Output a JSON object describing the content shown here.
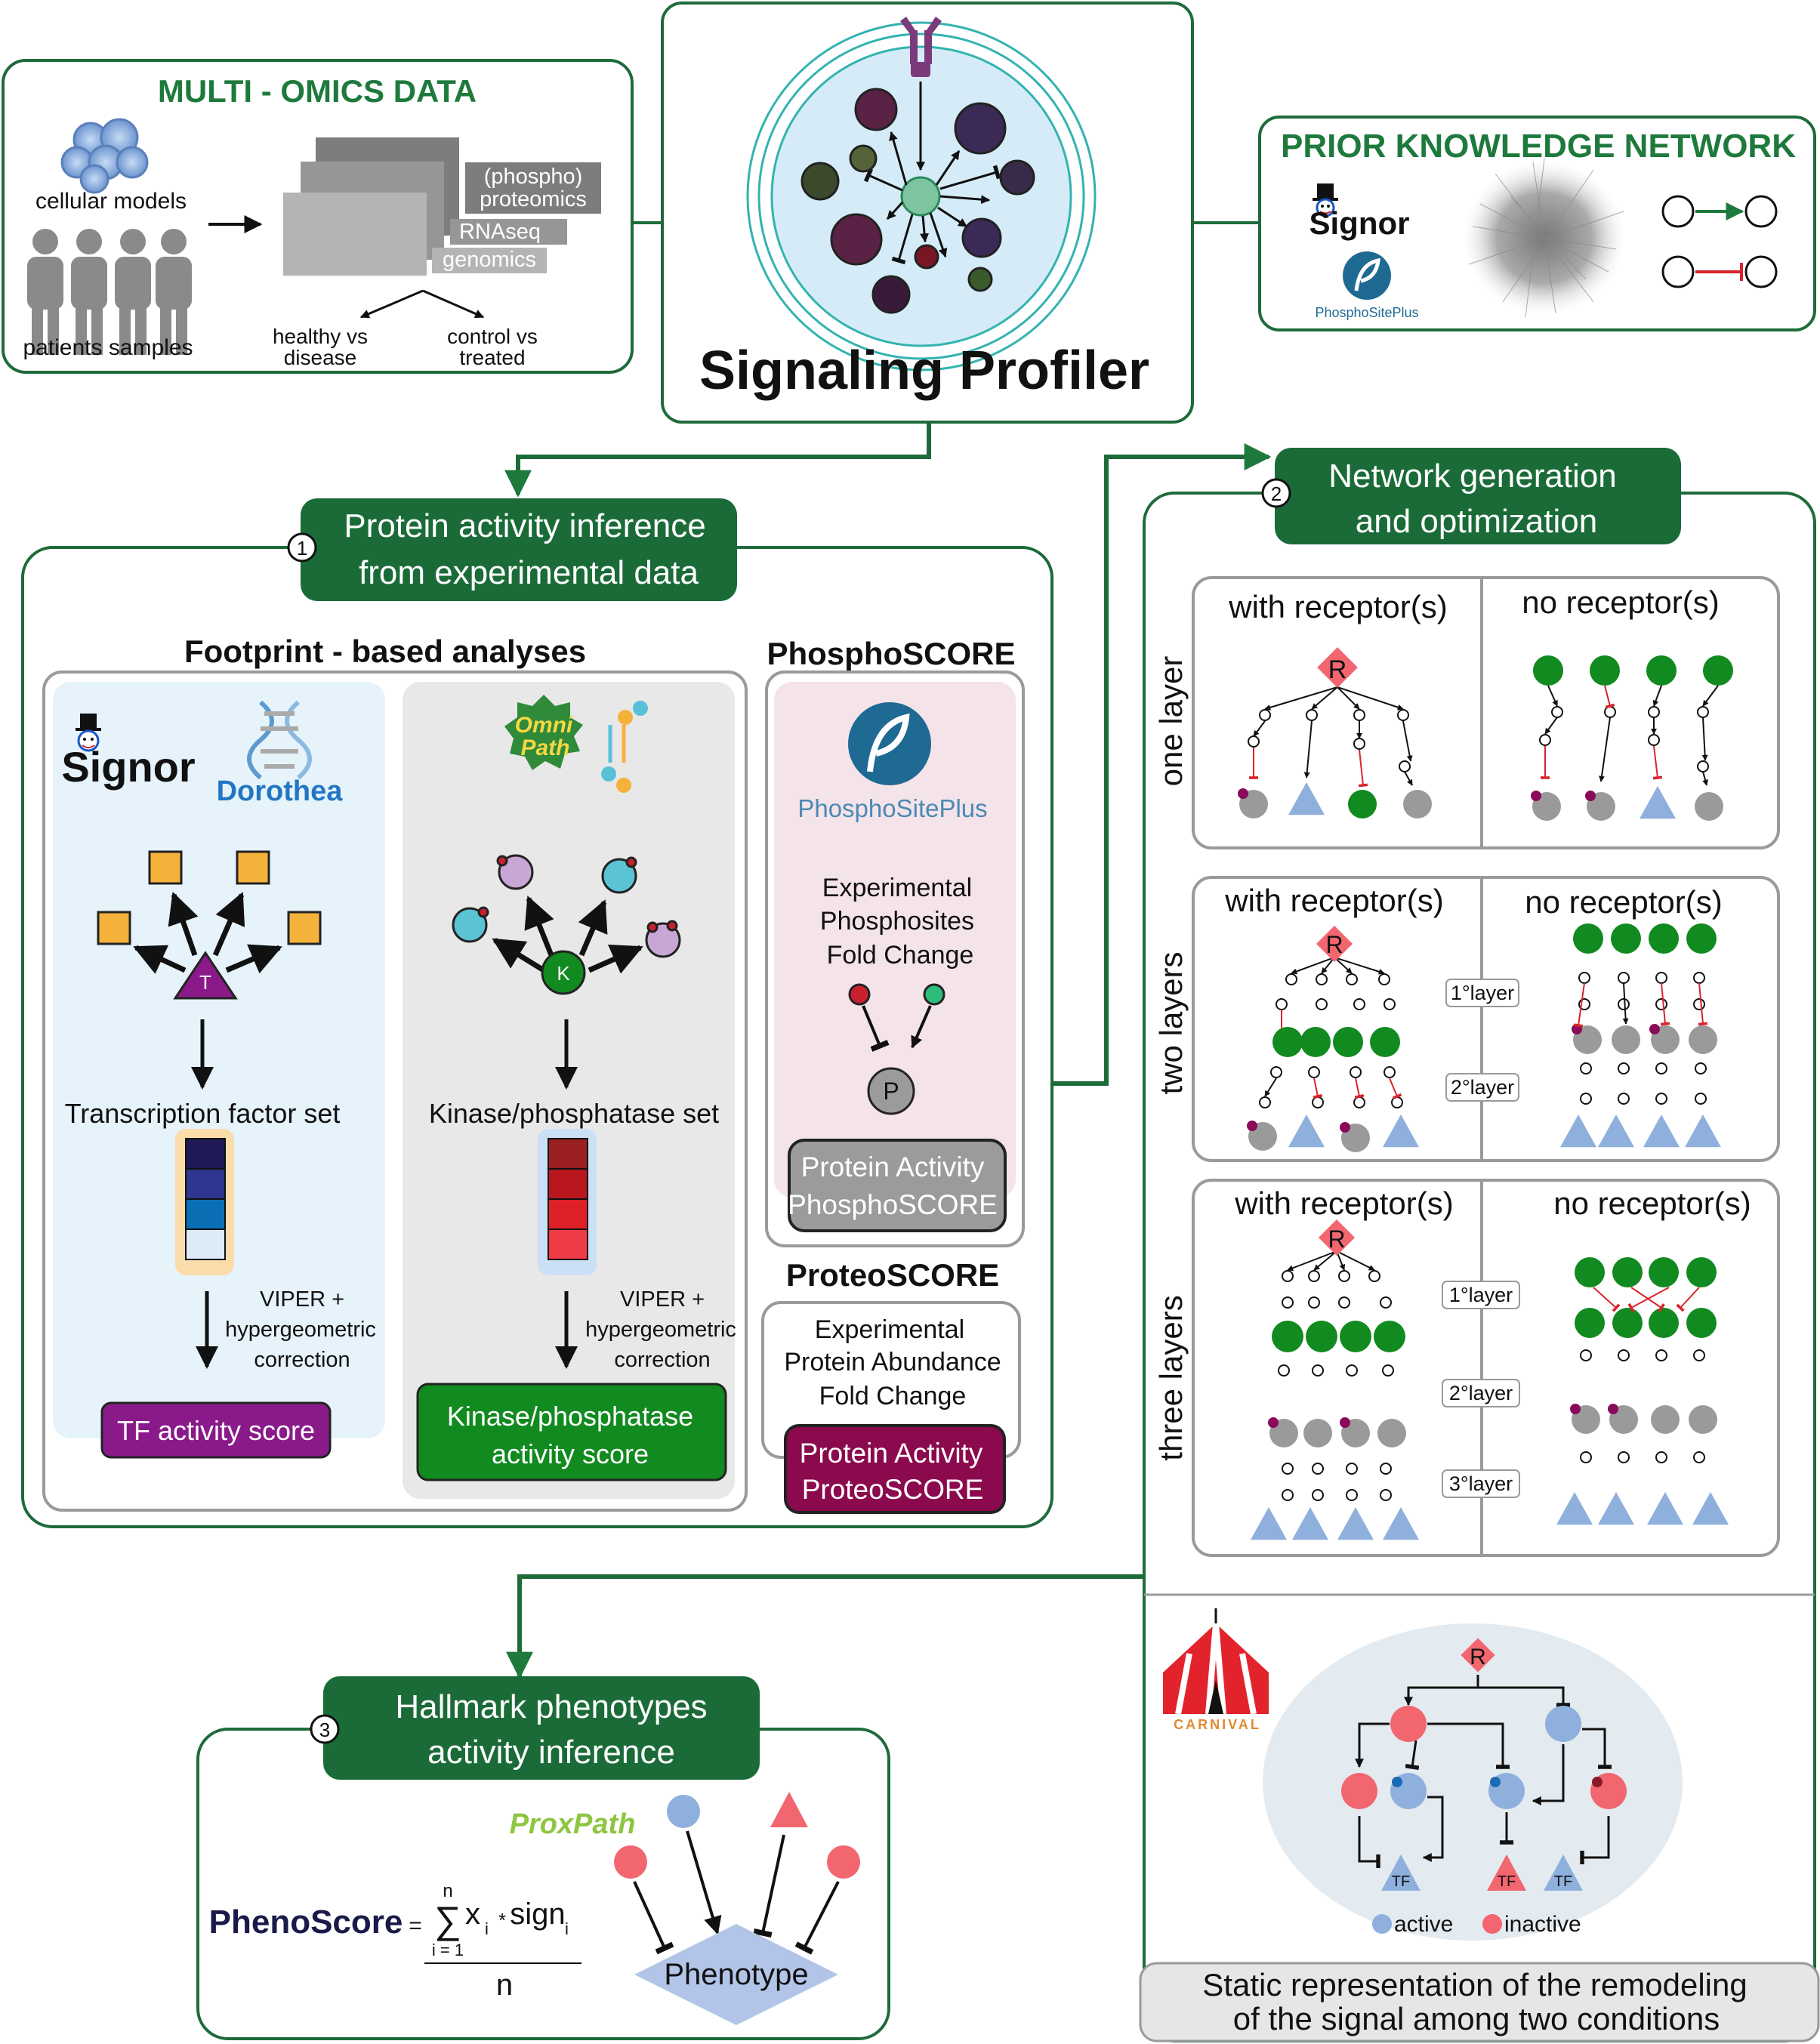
{
  "multiomics": {
    "title": "MULTI - OMICS DATA",
    "cellular_models": "cellular models",
    "patients_samples": "patients samples",
    "layer_phospho_1": "(phospho)",
    "layer_phospho_2": "proteomics",
    "layer_rnaseq": "RNAseq",
    "layer_genomics": "genomics",
    "healthy_1": "healthy vs",
    "healthy_2": "disease",
    "control_1": "control vs",
    "control_2": "treated"
  },
  "center": {
    "title": "Signaling Profiler"
  },
  "prior": {
    "title": "PRIOR KNOWLEDGE NETWORK",
    "signor": "Signor",
    "psp": "PhosphoSitePlus"
  },
  "step1": {
    "number": "1",
    "title_1": "Protein activity inference",
    "title_2": "from experimental data",
    "footprint_title": "Footprint - based analyses",
    "signor": "Signor",
    "dorothea": "Dorothea",
    "omnipath_1": "Omni",
    "omnipath_2": "Path",
    "tf_node": "T",
    "k_node": "K",
    "tf_set": "Transcription factor set",
    "kin_set": "Kinase/phosphatase set",
    "viper_1": "VIPER +",
    "viper_2": "hypergeometric",
    "viper_3": "correction",
    "tf_score": "TF activity score",
    "kin_score_1": "Kinase/phosphatase",
    "kin_score_2": "activity score",
    "phosphoscore_title": "PhosphoSCORE",
    "psp": "PhosphoSitePlus",
    "exp_1": "Experimental",
    "exp_2": "Phosphosites",
    "exp_3": "Fold Change",
    "p_node": "P",
    "pa_phospho_1": "Protein Activity",
    "pa_phospho_2": "PhosphoSCORE",
    "proteoscore_title": "ProteoSCORE",
    "prot_1": "Experimental",
    "prot_2": "Protein Abundance",
    "prot_3": "Fold Change",
    "pa_proteo_1": "Protein Activity",
    "pa_proteo_2": "ProteoSCORE"
  },
  "step2": {
    "number": "2",
    "title_1": "Network generation",
    "title_2": "and optimization",
    "with_receptor": "with receptor(s)",
    "no_receptor": "no receptor(s)",
    "one_layer": "one layer",
    "two_layers": "two layers",
    "three_layers": "three layers",
    "receptor": "R",
    "layer1": "1°layer",
    "layer2": "2°layer",
    "layer3": "3°layer",
    "carnival": "CARNIVAL",
    "tf": "TF",
    "active": "active",
    "inactive": "inactive",
    "static_1": "Static representation of the remodeling",
    "static_2": "of the signal  among two conditions"
  },
  "step3": {
    "number": "3",
    "title_1": "Hallmark phenotypes",
    "title_2": "activity inference",
    "proxpath": "ProxPath",
    "phenoscore": "PhenoScore",
    "eq": "=",
    "sum_top": "n",
    "sum_sym": "∑",
    "sum_bottom": "i = 1",
    "x": "x",
    "sub_i": "i",
    "times": "*",
    "sign": "sign",
    "denominator": "n",
    "phenotype": "Phenotype"
  },
  "colors": {
    "frame_green": "#1e6b3a",
    "title_green": "#1e7a3c",
    "active_blue": "#8fb0dd",
    "inactive_red": "#f26670",
    "node_green": "#118a1f",
    "tf_purple": "#8a1a8a",
    "proteo_maroon": "#8b0a4d"
  }
}
